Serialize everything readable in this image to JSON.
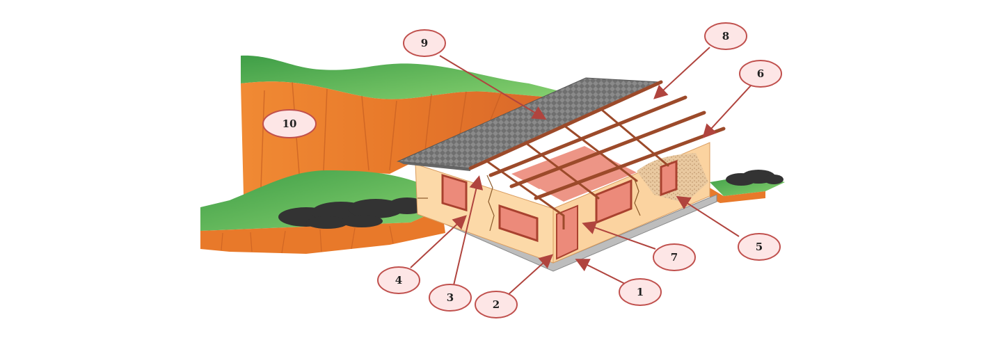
{
  "callouts": [
    {
      "id": "1",
      "label": "1"
    },
    {
      "id": "2",
      "label": "2"
    },
    {
      "id": "3",
      "label": "3"
    },
    {
      "id": "4",
      "label": "4"
    },
    {
      "id": "5",
      "label": "5"
    },
    {
      "id": "6",
      "label": "6"
    },
    {
      "id": "7",
      "label": "7"
    },
    {
      "id": "8",
      "label": "8"
    },
    {
      "id": "9",
      "label": "9"
    },
    {
      "id": "10",
      "label": "10"
    }
  ],
  "colors": {
    "hill_green": "#4caf50",
    "hill_green_light": "#7cc96b",
    "cliff_orange": "#e8792a",
    "cliff_orange_light": "#f4a25a",
    "wall": "#fcd9a8",
    "wall_shade": "#f6c489",
    "window": "#ec8a7a",
    "window_frame": "#a9412f",
    "roof": "#7a7a7a",
    "beam": "#9c4a2a",
    "foundation": "#bdbdbd",
    "callout_fill": "#fde6e6",
    "callout_stroke": "#c0504d",
    "arrow": "#b0443e",
    "shrub": "#3a3a3a"
  }
}
